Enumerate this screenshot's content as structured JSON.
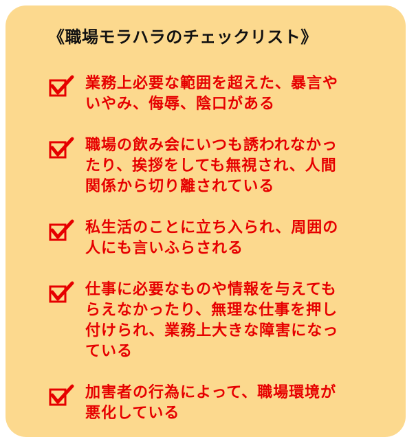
{
  "title": "《職場モラハラのチェックリスト》",
  "icon": "checkmark-box-icon",
  "colors": {
    "background": "#fcd98e",
    "accent": "#e60000",
    "title": "#111111"
  },
  "items": [
    {
      "lines": [
        "業務上必要な範囲を超えた、暴言や",
        "いやみ、侮辱、陰口がある"
      ]
    },
    {
      "lines": [
        "職場の飲み会にいつも誘われなかっ",
        "たり、挨拶をしても無視され、人間",
        "関係から切り離されている"
      ]
    },
    {
      "lines": [
        "私生活のことに立ち入られ、周囲の",
        "人にも言いふらされる"
      ]
    },
    {
      "lines": [
        "仕事に必要なものや情報を与えても",
        "らえなかったり、無理な仕事を押し",
        "付けられ、業務上大きな障害になっ",
        "ている"
      ]
    },
    {
      "lines": [
        "加害者の行為によって、職場環境が",
        "悪化している"
      ]
    }
  ]
}
